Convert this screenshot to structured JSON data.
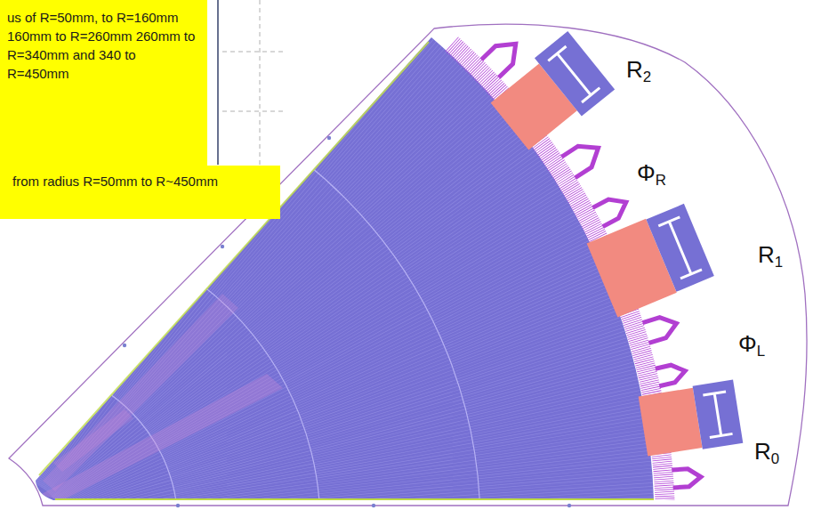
{
  "diagram": {
    "nodes": [
      {
        "text": [
          "us of R=50mm, to R=160mm 160mm to R=260mm 260mm to R=340mm and 340 to R=450mm"
        ]
      },
      {
        "text": [
          "from radius R=50mm to R~450mm"
        ]
      }
    ],
    "labels": [
      "R2",
      "ΦR",
      "R1",
      "ΦL",
      "R0"
    ]
  }
}
